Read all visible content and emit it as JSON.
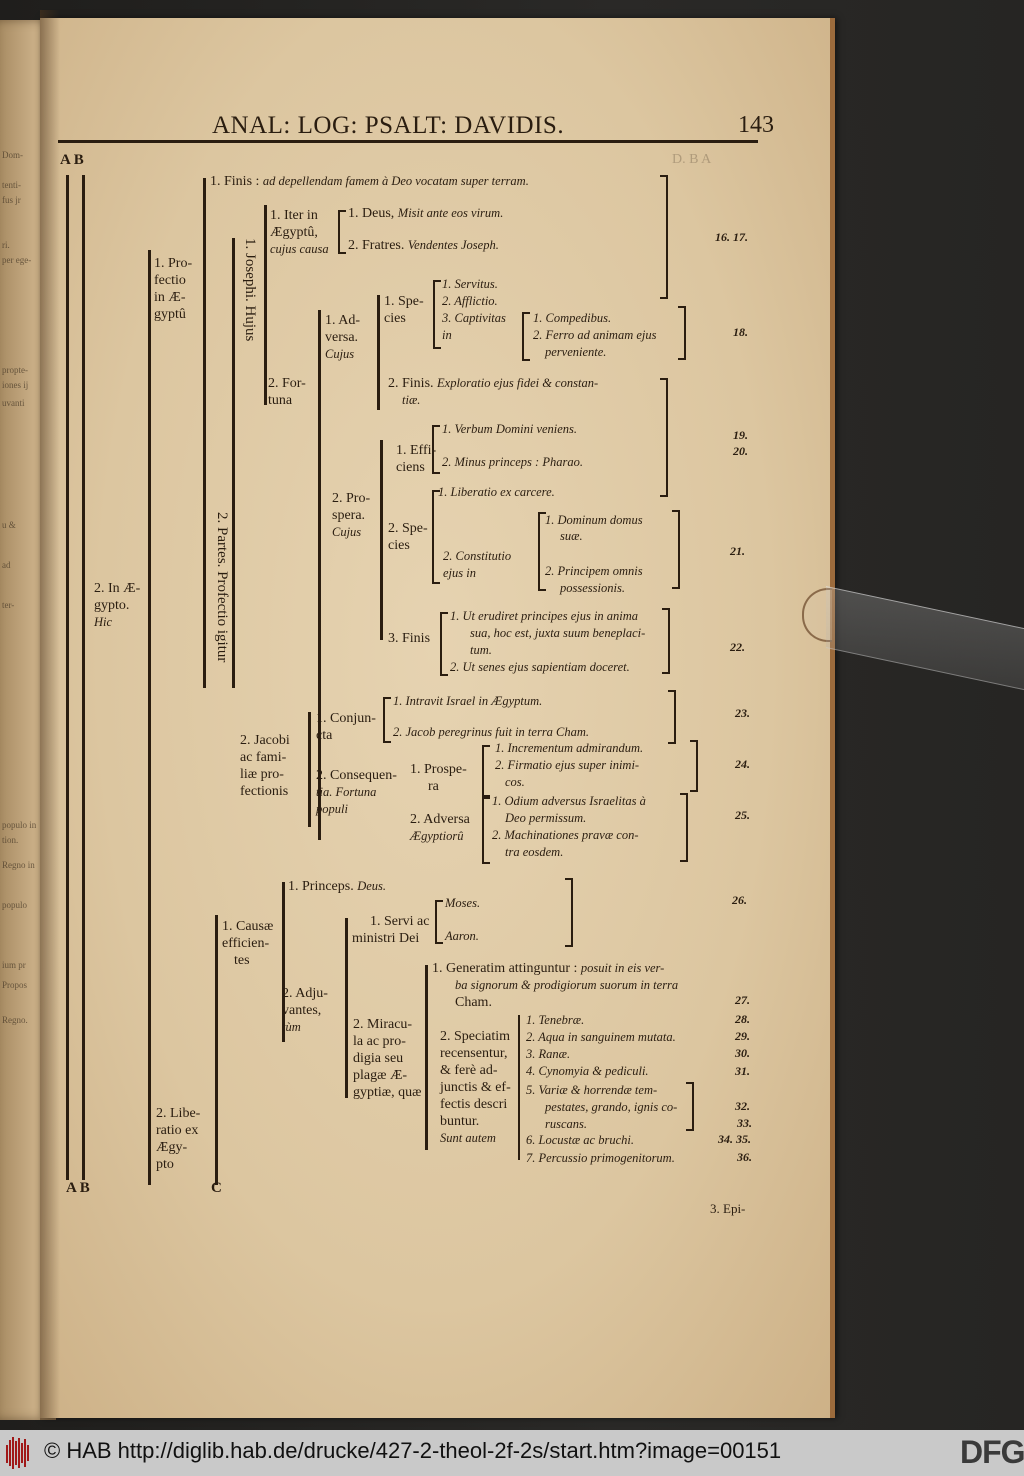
{
  "page": {
    "running_head": "ANAL: LOG: PSALT: DAVIDIS.",
    "page_number": "143",
    "catchword": "3. Epi-",
    "column_markers": {
      "top": "A B",
      "bottom_left": "A B",
      "bottom_c": "C",
      "faded_right": "D. B   A"
    }
  },
  "tree": {
    "finis": {
      "label": "1. Finis :",
      "text": "ad depellendam famem à Deo vocatam super terram."
    },
    "iter": {
      "label": [
        "1. Iter in",
        "Ægyptû,",
        "cujus causa"
      ],
      "items": [
        {
          "label": "1. Deus,",
          "text": "Misit ante eos virum."
        },
        {
          "label": "2. Fratres.",
          "text": "Vendentes Joseph."
        }
      ]
    },
    "josephi": "1. Josephi. Hujus",
    "profectio": [
      "1. Pro-",
      "fectio",
      "in Æ-",
      "gyptû"
    ],
    "in_aegypto": [
      "2. In Æ-",
      "gypto.",
      "Hic"
    ],
    "partes": "2. Partes. Profectio igitur",
    "fortuna": [
      "2. For-",
      "tuna"
    ],
    "adversa": [
      "1. Ad-",
      "versa.",
      "Cujus"
    ],
    "species1": [
      "1. Spe-",
      "cies"
    ],
    "species1_items": [
      "1. Servitus.",
      "2. Afflictio.",
      "3. Captivitas",
      "in"
    ],
    "captivitas_items": [
      "1. Compedibus.",
      "2. Ferro ad animam ejus",
      "perveniente."
    ],
    "finis2": {
      "label": "2. Finis.",
      "text": "Exploratio ejus fidei & constan-",
      "text2": "tiæ."
    },
    "prospera": [
      "2. Pro-",
      "spera.",
      "Cujus"
    ],
    "efficiens": [
      "1. Effi-",
      "ciens"
    ],
    "efficiens_items": [
      "1. Verbum Domini veniens.",
      "2. Minus princeps : Pharao."
    ],
    "species2": [
      "2. Spe-",
      "cies"
    ],
    "liberatio": "1. Liberatio ex carcere.",
    "constitutio": [
      "2. Constitutio",
      "ejus in"
    ],
    "constitutio_items": [
      "1. Dominum domus",
      "suæ.",
      "2. Principem omnis",
      "possessionis."
    ],
    "finis3": "3. Finis",
    "finis3_items": [
      "1. Ut erudiret principes ejus in anima",
      "sua, hoc est, juxta suum beneplaci-",
      "tum.",
      "2. Ut senes ejus sapientiam doceret."
    ],
    "jacobi": [
      "2. Jacobi",
      "ac fami-",
      "liæ pro-",
      "fectionis"
    ],
    "conjuncta": [
      "1. Conjun-",
      "cta"
    ],
    "conjuncta_items": [
      "1. Intravit Israel in Ægyptum.",
      "2. Jacob peregrinus fuit in terra Cham."
    ],
    "consequentia": [
      "2. Consequen-",
      "tia. Fortuna",
      "populi"
    ],
    "prospera2": [
      "1. Prospe-",
      "ra"
    ],
    "prospera2_items": [
      "1. Incrementum admirandum.",
      "2. Firmatio ejus super inimi-",
      "cos."
    ],
    "adversa2": [
      "2. Adversa",
      "Ægyptiorû"
    ],
    "adversa2_items": [
      "1. Odium adversus Israelitas à",
      "Deo permissum.",
      "2. Machinationes pravæ con-",
      "tra eosdem."
    ],
    "causae": [
      "1. Causæ",
      "efficien-",
      "tes"
    ],
    "princeps": {
      "label": "1. Princeps.",
      "text": "Deus."
    },
    "adjuvantes": [
      "2. Adju-",
      "vantes,",
      "tùm"
    ],
    "servi": [
      "1. Servi ac",
      "ministri Dei"
    ],
    "servi_items": [
      "Moses.",
      "Aaron."
    ],
    "miracula": [
      "2. Miracu-",
      "la ac pro-",
      "digia seu",
      "plagæ Æ-",
      "gyptiæ, quæ"
    ],
    "generatim": {
      "label": "1. Generatim attinguntur :",
      "text": [
        "posuit in eis ver-",
        "ba signorum & prodigiorum suorum in terra",
        "Cham."
      ]
    },
    "speciatim": [
      "2. Speciatim",
      "recensentur,",
      "& ferè ad-",
      "junctis & ef-",
      "fectis descri",
      "buntur.",
      "Sunt autem"
    ],
    "plagues": [
      "1. Tenebræ.",
      "2. Aqua in sanguinem mutata.",
      "3. Ranæ.",
      "4. Cynomyia & pediculi.",
      "5. Variæ & horrendæ tem-",
      "pestates, grando, ignis co-",
      "ruscans.",
      "6. Locustæ ac bruchi.",
      "7. Percussio primogenitorum."
    ],
    "liberatio_ex": [
      "2. Libe-",
      "ratio ex",
      "Ægy-",
      "pto"
    ]
  },
  "verses": {
    "v16_17": "16. 17.",
    "v18": "18.",
    "v19": "19.",
    "v20": "20.",
    "v21": "21.",
    "v22": "22.",
    "v23": "23.",
    "v24": "24.",
    "v25": "25.",
    "v26": "26.",
    "v27": "27.",
    "v28": "28.",
    "v29": "29.",
    "v30": "30.",
    "v31": "31.",
    "v32": "32.",
    "v33": "33.",
    "v34_35": "34. 35.",
    "v36": "36."
  },
  "left_page_fragments": [
    "Dom-",
    "tenti-",
    "fus jr",
    "ri.",
    "per ege-",
    "propte-",
    "iones ij",
    "uvanti",
    "u &",
    "ad",
    "ter-",
    "populo in",
    "tion.",
    "Regno in",
    "populo",
    "ium pr",
    "Propos",
    "Regno."
  ],
  "footer": {
    "credit": "© HAB http://diglib.hab.de/drucke/427-2-theol-2f-2s/start.htm?image=00151",
    "logo_right": "DFG"
  },
  "colors": {
    "ink": "#2a1d10",
    "paper": "#dcc6a0",
    "background": "#2b2a28",
    "footer_bg": "#c9c9c9",
    "logo_red": "#a01818"
  }
}
